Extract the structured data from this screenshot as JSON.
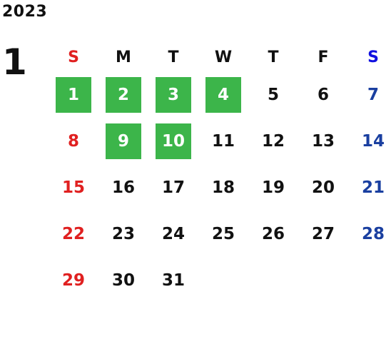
{
  "year": "2023",
  "month": "1",
  "colors": {
    "sunday": "#e02020",
    "saturday": "#1a3fa0",
    "saturday_header": "#1010e0",
    "weekday": "#111111",
    "holiday_fill": "#3cb54a",
    "holiday_text": "#ffffff"
  },
  "weekdays": [
    "S",
    "M",
    "T",
    "W",
    "T",
    "F",
    "S"
  ],
  "weeks": [
    [
      {
        "day": "1",
        "holiday": true
      },
      {
        "day": "2",
        "holiday": true
      },
      {
        "day": "3",
        "holiday": true
      },
      {
        "day": "4",
        "holiday": true
      },
      {
        "day": "5",
        "holiday": false
      },
      {
        "day": "6",
        "holiday": false
      },
      {
        "day": "7",
        "holiday": false
      }
    ],
    [
      {
        "day": "8",
        "holiday": false
      },
      {
        "day": "9",
        "holiday": true
      },
      {
        "day": "10",
        "holiday": true
      },
      {
        "day": "11",
        "holiday": false
      },
      {
        "day": "12",
        "holiday": false
      },
      {
        "day": "13",
        "holiday": false
      },
      {
        "day": "14",
        "holiday": false
      }
    ],
    [
      {
        "day": "15",
        "holiday": false
      },
      {
        "day": "16",
        "holiday": false
      },
      {
        "day": "17",
        "holiday": false
      },
      {
        "day": "18",
        "holiday": false
      },
      {
        "day": "19",
        "holiday": false
      },
      {
        "day": "20",
        "holiday": false
      },
      {
        "day": "21",
        "holiday": false
      }
    ],
    [
      {
        "day": "22",
        "holiday": false
      },
      {
        "day": "23",
        "holiday": false
      },
      {
        "day": "24",
        "holiday": false
      },
      {
        "day": "25",
        "holiday": false
      },
      {
        "day": "26",
        "holiday": false
      },
      {
        "day": "27",
        "holiday": false
      },
      {
        "day": "28",
        "holiday": false
      }
    ],
    [
      {
        "day": "29",
        "holiday": false
      },
      {
        "day": "30",
        "holiday": false
      },
      {
        "day": "31",
        "holiday": false
      },
      {
        "day": "",
        "holiday": false
      },
      {
        "day": "",
        "holiday": false
      },
      {
        "day": "",
        "holiday": false
      },
      {
        "day": "",
        "holiday": false
      }
    ]
  ]
}
